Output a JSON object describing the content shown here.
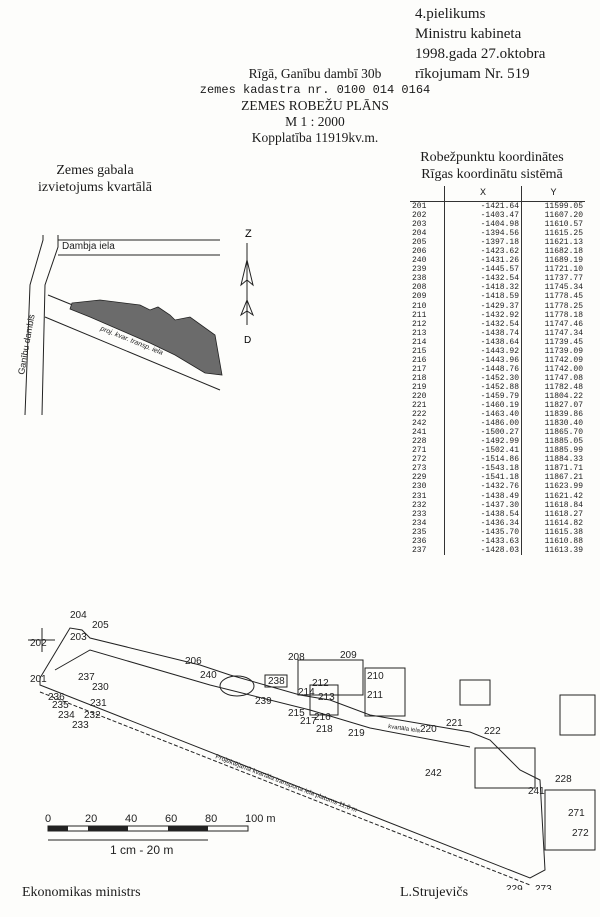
{
  "header": {
    "annex": "4.pielikums",
    "ministry": "Ministru kabineta",
    "date_line": "1998.gada 27.oktobra",
    "order_line": "rīkojumam Nr. 519"
  },
  "title": {
    "address": "Rīgā, Ganību dambī 30b",
    "cadastre": "zemes kadastra nr. 0100 014 0164",
    "plan_name": "ZEMES ROBEŽU PLĀNS",
    "scale": "M 1 : 2000",
    "area": "Kopplatība 11919kv.m."
  },
  "location_map": {
    "caption_line1": "Zemes gabala",
    "caption_line2": "izvietojums kvartālā",
    "street_dambja": "Dambja iela",
    "street_ganibu": "Ganību dambis",
    "street_proj": "proj. kvar. transp. iela",
    "north_n": "Z",
    "south_s": "D"
  },
  "coordinates": {
    "caption_line1": "Robežpunktu koordinātes",
    "caption_line2": "Rīgas koordinātu sistēmā",
    "col_x": "X",
    "col_y": "Y",
    "rows": [
      [
        "201",
        "-1421.64",
        "11599.05"
      ],
      [
        "202",
        "-1403.47",
        "11607.20"
      ],
      [
        "203",
        "-1404.98",
        "11610.57"
      ],
      [
        "204",
        "-1394.56",
        "11615.25"
      ],
      [
        "205",
        "-1397.18",
        "11621.13"
      ],
      [
        "206",
        "-1423.62",
        "11682.18"
      ],
      [
        "240",
        "-1431.26",
        "11689.19"
      ],
      [
        "239",
        "-1445.57",
        "11721.10"
      ],
      [
        "238",
        "-1432.54",
        "11737.77"
      ],
      [
        "208",
        "-1418.32",
        "11745.34"
      ],
      [
        "209",
        "-1418.59",
        "11778.45"
      ],
      [
        "210",
        "-1429.37",
        "11778.25"
      ],
      [
        "211",
        "-1432.92",
        "11778.18"
      ],
      [
        "212",
        "-1432.54",
        "11747.46"
      ],
      [
        "213",
        "-1438.74",
        "11747.34"
      ],
      [
        "214",
        "-1438.64",
        "11739.45"
      ],
      [
        "215",
        "-1443.92",
        "11739.09"
      ],
      [
        "216",
        "-1443.96",
        "11742.09"
      ],
      [
        "217",
        "-1448.76",
        "11742.00"
      ],
      [
        "218",
        "-1452.30",
        "11747.08"
      ],
      [
        "219",
        "-1452.88",
        "11782.48"
      ],
      [
        "220",
        "-1459.79",
        "11804.22"
      ],
      [
        "221",
        "-1460.19",
        "11827.07"
      ],
      [
        "222",
        "-1463.40",
        "11839.86"
      ],
      [
        "242",
        "-1486.00",
        "11830.40"
      ],
      [
        "241",
        "-1500.27",
        "11865.70"
      ],
      [
        "228",
        "-1492.99",
        "11885.05"
      ],
      [
        "271",
        "-1502.41",
        "11885.99"
      ],
      [
        "272",
        "-1514.86",
        "11884.33"
      ],
      [
        "273",
        "-1543.18",
        "11871.71"
      ],
      [
        "229",
        "-1541.18",
        "11867.21"
      ],
      [
        "230",
        "-1432.76",
        "11623.99"
      ],
      [
        "231",
        "-1438.49",
        "11621.42"
      ],
      [
        "232",
        "-1437.30",
        "11618.84"
      ],
      [
        "233",
        "-1438.54",
        "11618.27"
      ],
      [
        "234",
        "-1436.34",
        "11614.82"
      ],
      [
        "235",
        "-1435.70",
        "11615.38"
      ],
      [
        "236",
        "-1433.63",
        "11610.88"
      ],
      [
        "237",
        "-1428.03",
        "11613.39"
      ]
    ]
  },
  "plan": {
    "labels": {
      "p201": "201",
      "p202": "202",
      "p203": "203",
      "p204": "204",
      "p205": "205",
      "p206": "206",
      "p240": "240",
      "p239": "239",
      "p238": "238",
      "p208": "208",
      "p209": "209",
      "p210": "210",
      "p211": "211",
      "p212": "212",
      "p213": "213",
      "p214": "214",
      "p215": "215",
      "p216": "216",
      "p217": "217",
      "p218": "218",
      "p219": "219",
      "p220": "220",
      "p221": "221",
      "p222": "222",
      "p242": "242",
      "p241": "241",
      "p228": "228",
      "p271": "271",
      "p272": "272",
      "p273": "273",
      "p229": "229",
      "p230": "230",
      "p231": "231",
      "p232": "232",
      "p233": "233",
      "p234": "234",
      "p235": "235",
      "p236": "236",
      "p237": "237"
    },
    "street_label": "Projektējamā kvartāla transporta iela    platums 11,0 m",
    "street_small": "kvartāla iela",
    "scale_ticks": [
      "0",
      "20",
      "40",
      "60",
      "80",
      "100 m"
    ],
    "scale_caption": "1 cm - 20 m"
  },
  "footer": {
    "left_signature": "Ekonomikas ministrs",
    "right_signature": "L.Strujevičs"
  }
}
